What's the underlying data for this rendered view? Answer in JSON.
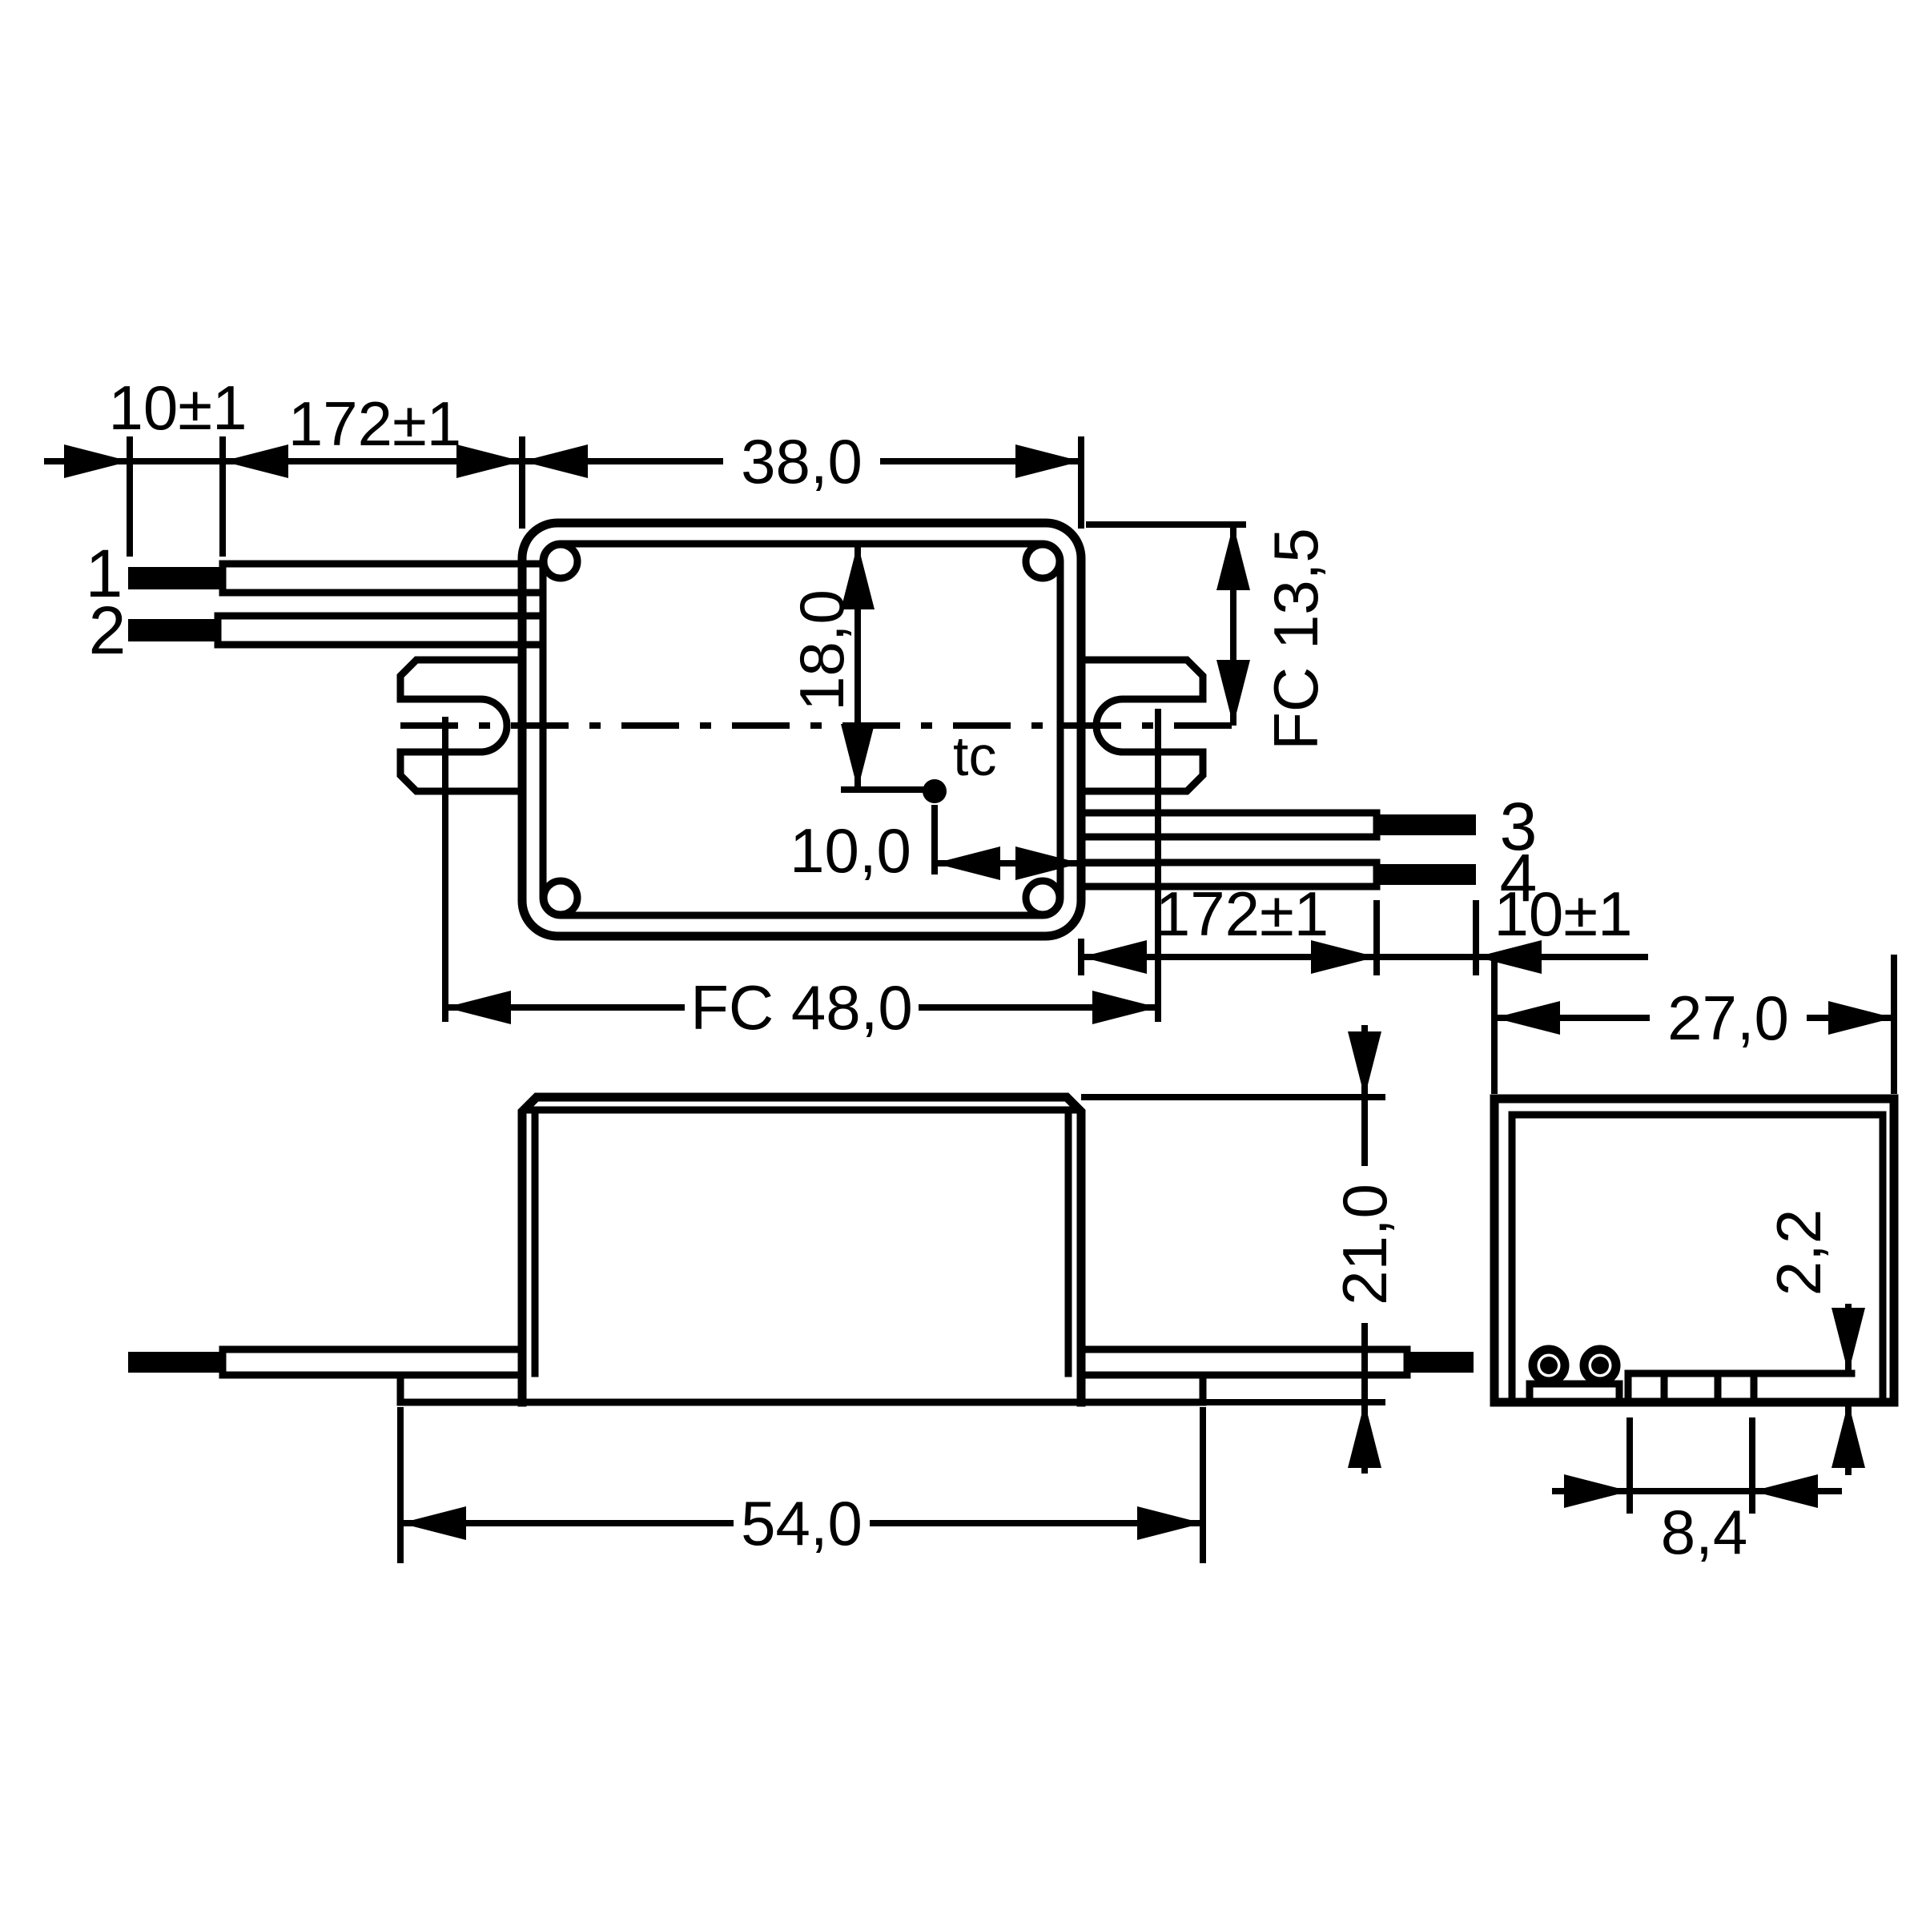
{
  "drawing": {
    "type": "technical-dimension-drawing",
    "colors": {
      "background": "#ffffff",
      "line": "#000000"
    },
    "views": {
      "top": {
        "dims": {
          "strip_left": "10±1",
          "lead_left": "172±1",
          "body_width": "38,0",
          "tc_from_top": "18,0",
          "fc_height": "FC 13,5",
          "tc_from_right": "10,0",
          "lead_right": "172±1",
          "strip_right": "10±1",
          "fc_centers": "FC 48,0"
        },
        "tc_label": "tc",
        "wires": [
          "1",
          "2",
          "3",
          "4"
        ]
      },
      "side": {
        "dims": {
          "height": "21,0",
          "flange_length": "54,0"
        }
      },
      "end": {
        "dims": {
          "width": "27,0",
          "terminal_step_height": "2,2",
          "terminal_block_width": "8,4"
        }
      }
    }
  }
}
